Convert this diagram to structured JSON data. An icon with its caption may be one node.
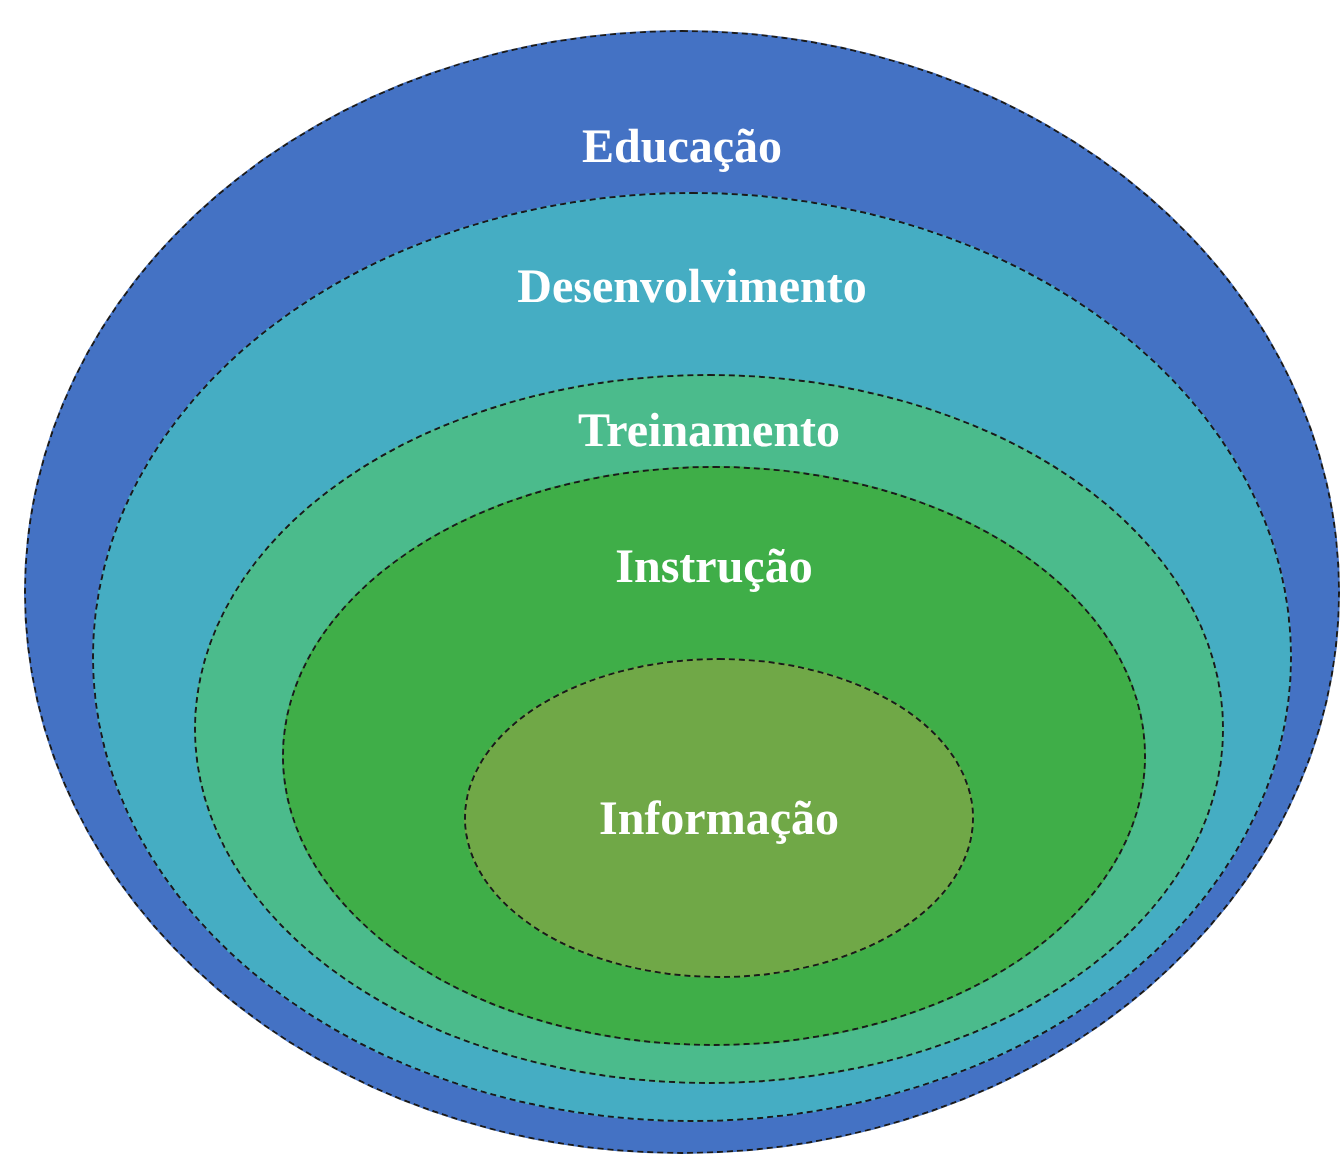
{
  "diagram": {
    "nodes": [
      {
        "text": [
          "Educação"
        ]
      },
      {
        "text": [
          "Desenvolvimento"
        ],
        "in": 0
      },
      {
        "text": [
          "Treinamento"
        ],
        "in": 1
      },
      {
        "text": [
          "Instrução"
        ],
        "in": 2
      },
      {
        "text": [
          "Informação"
        ],
        "in": 3
      }
    ]
  }
}
